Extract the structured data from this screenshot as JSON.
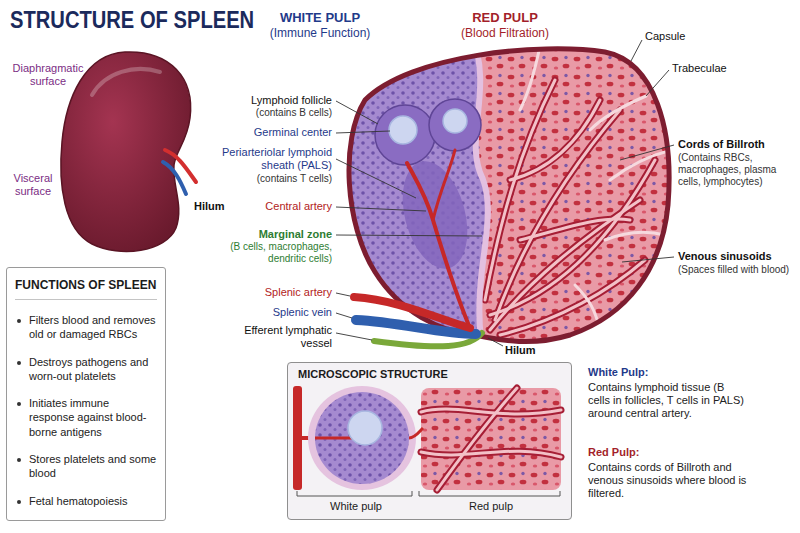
{
  "diagram": {
    "title": "STRUCTURE OF SPLEEN",
    "nodes": [
      {
        "text": [
          "FUNCTIONS OF SPLEEN",
          "Filters blood and removes old or damaged RBCs",
          "Destroys pathogens and worn-out platelets",
          "Initiates immune response against blood-borne antigens",
          "Stores platelets and some blood",
          "Fetal hematopoiesis"
        ]
      },
      {
        "text": [
          "MICROSCOPIC STRUCTURE",
          "White pulp",
          "Red pulp"
        ]
      }
    ],
    "labels": [
      "Diaphragmatic surface",
      "Visceral surface",
      "Hilum",
      "WHITE PULP",
      "(Immune Function)",
      "RED PULP",
      "(Blood Filtration)",
      "Lymphoid follicle",
      "(contains B cells)",
      "Germinal center",
      "Periarteriolar lymphoid sheath (PALS)",
      "(contains T cells)",
      "Central artery",
      "Marginal zone",
      "(B cells, macrophages, dendritic cells)",
      "Splenic artery",
      "Splenic vein",
      "Efferent lymphatic vessel",
      "Capsule",
      "Trabeculae",
      "Cords of Billroth",
      "(Contains RBCs, macrophages, plasma cells, lymphocytes)",
      "Venous sinusoids",
      "(Spaces filled with blood)",
      "Hilum",
      "White Pulp:",
      "Contains lymphoid tissue (B cells in follicles, T cells in PALS) around central artery.",
      "Red Pulp:",
      "Contains cords of Billroth and venous sinusoids where blood is filtered."
    ]
  }
}
